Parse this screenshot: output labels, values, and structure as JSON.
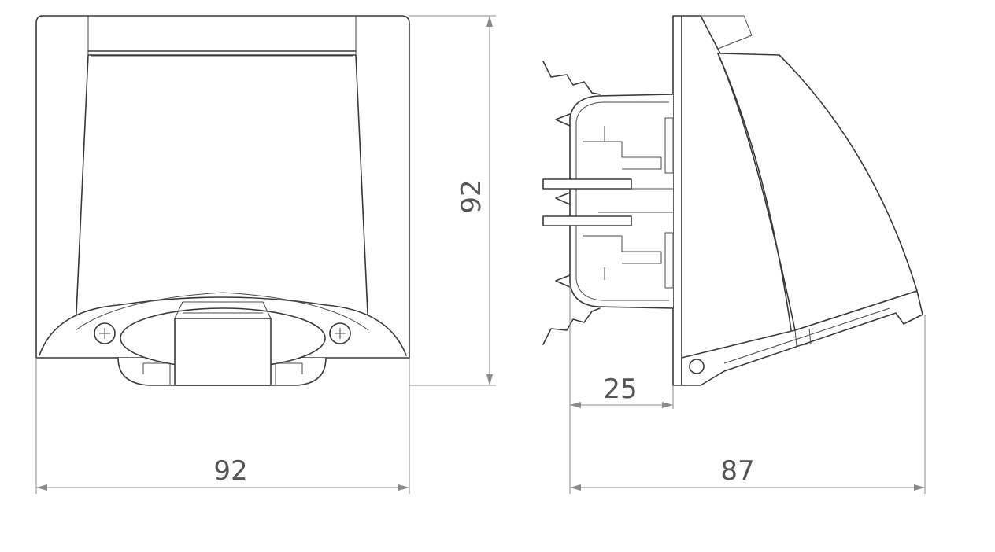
{
  "dimensions": {
    "front_height": "92",
    "front_width": "92",
    "side_depth_inner": "25",
    "side_depth_total": "87"
  },
  "colors": {
    "line": "#3a3a3a",
    "dimension": "#8a8a8a",
    "text": "#555555",
    "background": "#ffffff"
  }
}
